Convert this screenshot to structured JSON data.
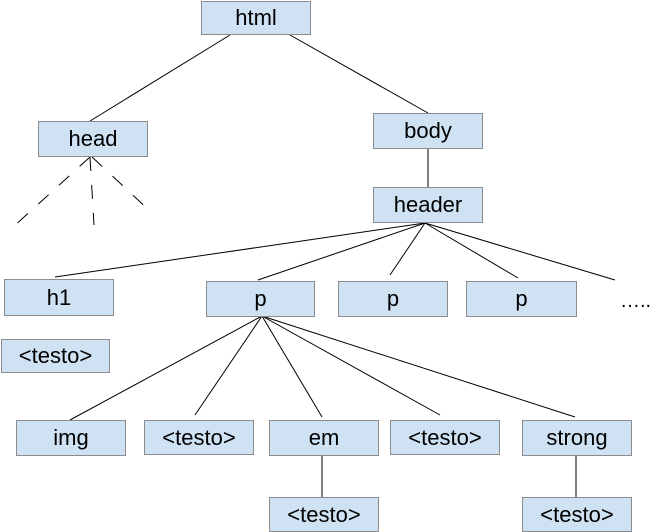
{
  "nodes": {
    "html": "html",
    "head": "head",
    "body": "body",
    "header": "header",
    "h1": "h1",
    "p1": "p",
    "p2": "p",
    "p3": "p",
    "h1_text": "<testo>",
    "img": "img",
    "p_text1": "<testo>",
    "em": "em",
    "p_text2": "<testo>",
    "strong": "strong",
    "em_text": "<testo>",
    "strong_text": "<testo>"
  },
  "more_indicator": "…..",
  "colors": {
    "node_fill": "#cfe2f3",
    "node_border": "#8c8c8c",
    "edge": "#000000"
  }
}
